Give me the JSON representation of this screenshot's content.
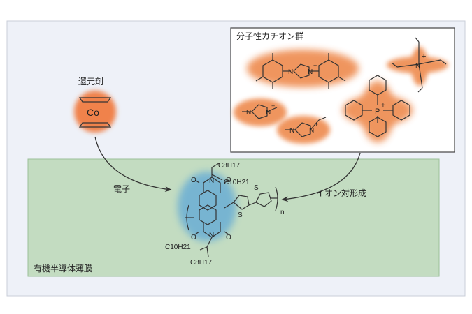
{
  "colors": {
    "frame_bg": "#eef1f8",
    "film_fill": "#c3dcc1",
    "cation_glow": "#ee8a4e",
    "reductant_glow": "#f0824c",
    "electron_acceptor_glow": "#6aaed4",
    "bond": "#333333"
  },
  "reductant": {
    "label": "還元剤",
    "metal": "Co"
  },
  "cation_group": {
    "title": "分子性カチオン群",
    "p_atom": "P",
    "n_atom": "N",
    "plus": "+"
  },
  "arrows": {
    "electron_label": "電子",
    "ion_pair_label": "イオン対形成"
  },
  "film": {
    "label": "有機半導体薄膜"
  },
  "polymer": {
    "alkyl_top_1": "C8H17",
    "alkyl_top_2": "C10H21",
    "alkyl_bottom_1": "C10H21",
    "alkyl_bottom_2": "C8H17",
    "n_atom": "N",
    "o_atom": "O",
    "s_atom": "S",
    "repeat": "n"
  }
}
